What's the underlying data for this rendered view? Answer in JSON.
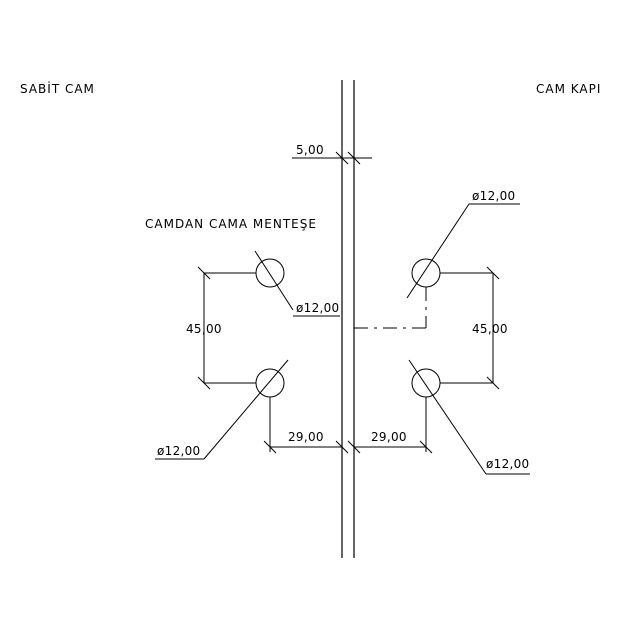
{
  "labels": {
    "fixed_glass": "SABİT CAM",
    "glass_door": "CAM KAPI",
    "hinge_title": "CAMDAN CAMA MENTEŞE"
  },
  "dimensions": {
    "gap": "5,00",
    "hole_diameter_top_left": "ø12,00",
    "hole_diameter_bottom_left": "ø12,00",
    "hole_diameter_top_right": "ø12,00",
    "hole_diameter_bottom_right": "ø12,00",
    "vertical_spacing_left": "45,00",
    "vertical_spacing_right": "45,00",
    "edge_offset_left": "29,00",
    "edge_offset_right": "29,00"
  }
}
